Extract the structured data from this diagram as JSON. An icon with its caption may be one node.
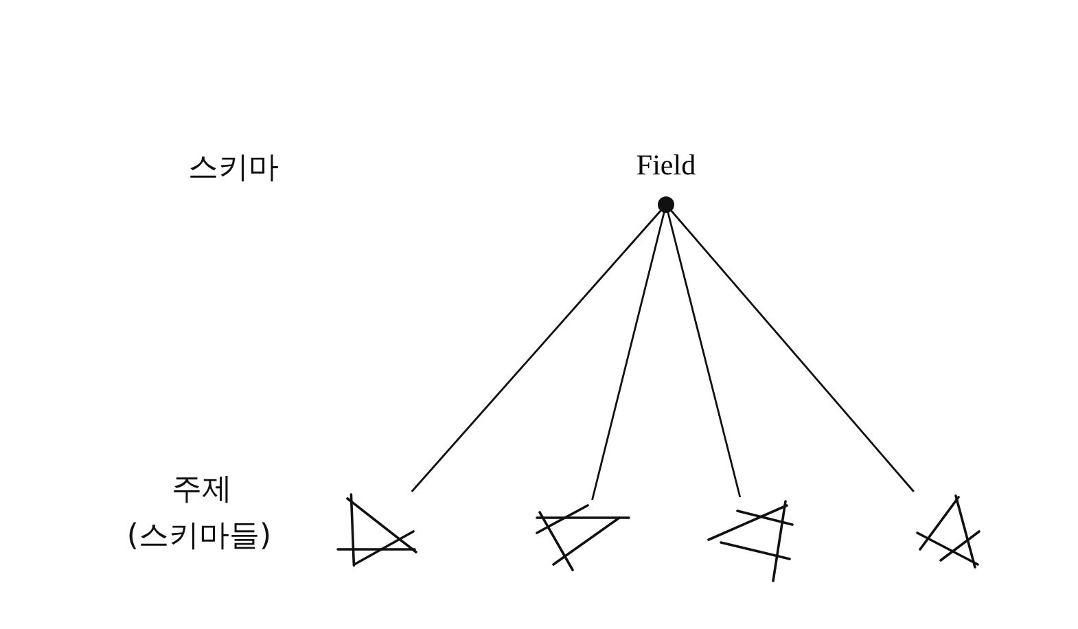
{
  "diagram": {
    "nodes": [
      {
        "text": [
          "Field"
        ]
      },
      {
        "text": [],
        "shape": "picture"
      },
      {
        "text": [],
        "shape": "picture"
      },
      {
        "text": [],
        "shape": "picture"
      },
      {
        "text": [],
        "shape": "picture"
      }
    ],
    "edges": [
      {
        "from": 0,
        "to": 1,
        "arrow": "none"
      },
      {
        "from": 0,
        "to": 2,
        "arrow": "none"
      },
      {
        "from": 0,
        "to": 3,
        "arrow": "none"
      },
      {
        "from": 0,
        "to": 4,
        "arrow": "none"
      }
    ],
    "labels": [
      "스키마",
      "주제",
      "(스키마들)"
    ]
  }
}
